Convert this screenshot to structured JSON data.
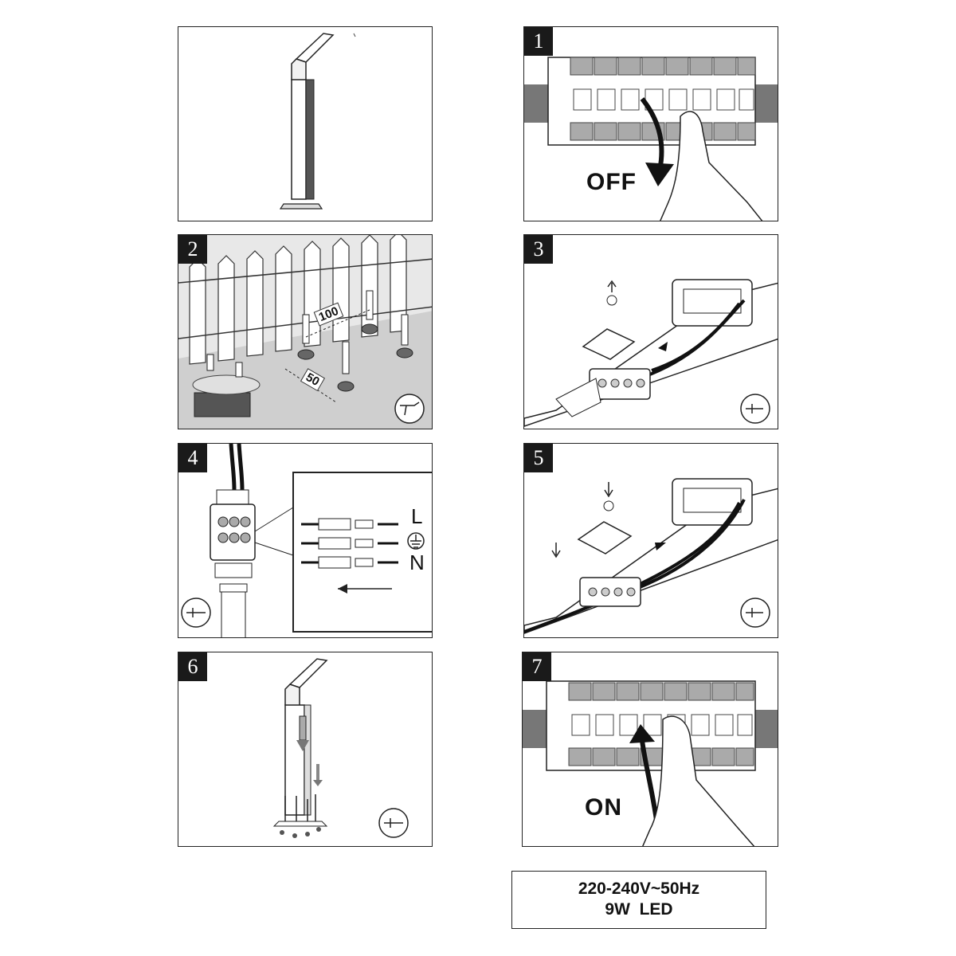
{
  "steps": [
    {
      "number": "1",
      "switch_label": "OFF"
    },
    {
      "number": "2",
      "dim_spacing": "100",
      "dim_depth": "50"
    },
    {
      "number": "3"
    },
    {
      "number": "4",
      "terminal_live": "L",
      "terminal_neutral": "N"
    },
    {
      "number": "5"
    },
    {
      "number": "6"
    },
    {
      "number": "7",
      "switch_label": "ON"
    }
  ],
  "spec": {
    "voltage": "220-240V~50Hz",
    "power": "9W  LED"
  }
}
